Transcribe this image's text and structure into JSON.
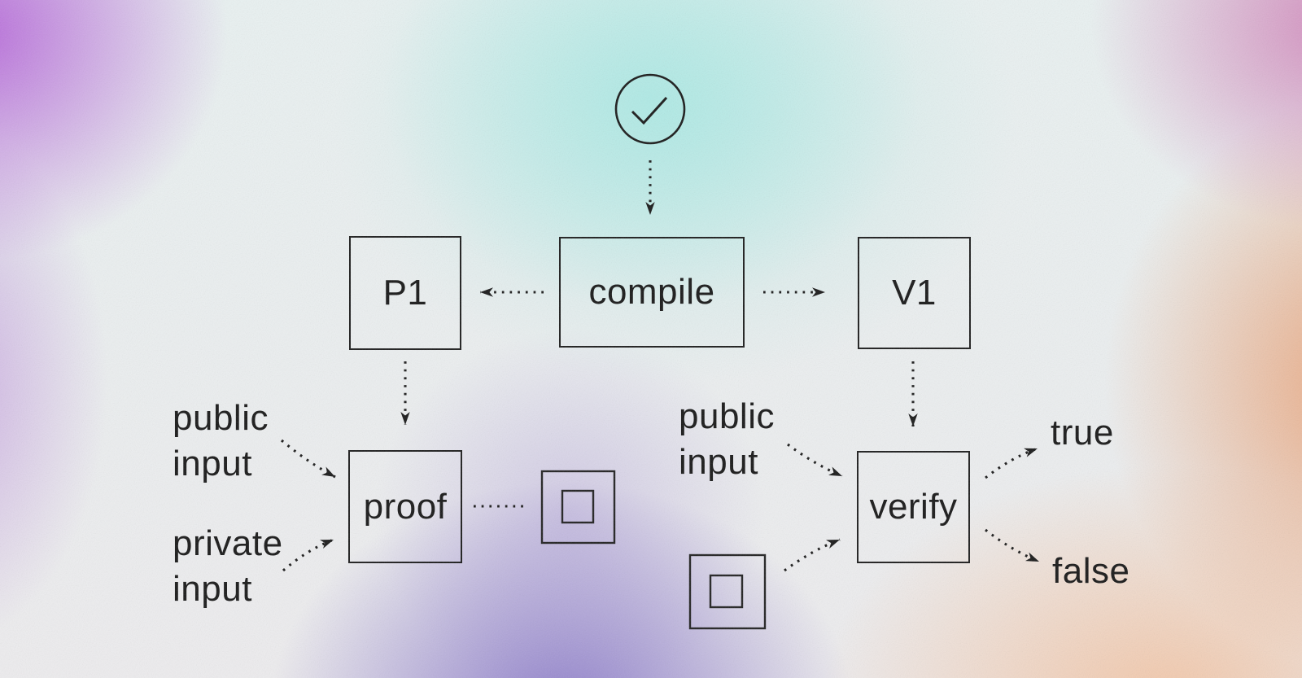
{
  "nodes": {
    "compile": "compile",
    "p1": "P1",
    "v1": "V1",
    "proof": "proof",
    "verify": "verify"
  },
  "labels": {
    "public_input_left": "public\ninput",
    "private_input_left": "private\ninput",
    "public_input_right": "public\ninput",
    "result_true": "true",
    "result_false": "false"
  },
  "icons": {
    "top": "checkmark-circle-icon",
    "proof_output": "nested-square-icon",
    "verify_input": "nested-square-icon"
  },
  "colors": {
    "line": "#1b1b1b",
    "text": "#191919",
    "bg_purple_top_left": "#b15ad7",
    "bg_cyan_top": "#aee8e2",
    "bg_pink_top_right": "#cd76b2",
    "bg_orange_right": "#e9996a",
    "bg_peach_bottom_right": "#f4be98",
    "bg_purple_bottom": "#8272c6",
    "bg_light_center": "#eceff0"
  }
}
